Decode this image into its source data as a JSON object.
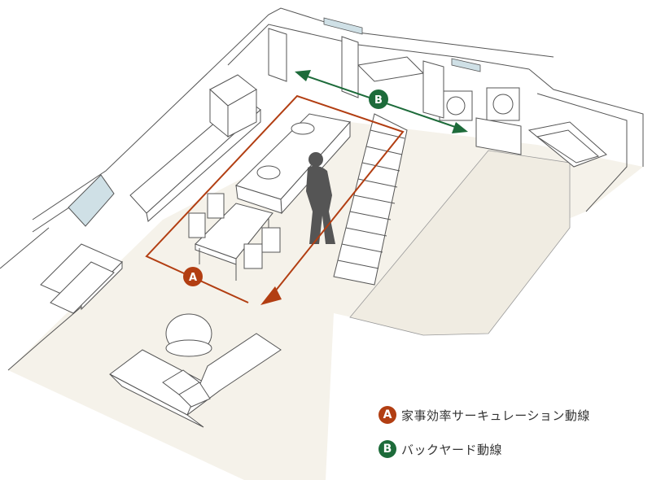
{
  "colors": {
    "route_a": "#b23e12",
    "route_b": "#1d6b3a",
    "floor": "#f5f2ea",
    "line": "#555555",
    "window": "#cfe0e6"
  },
  "markers": {
    "a": "A",
    "b": "B"
  },
  "legend": {
    "a": {
      "marker": "A",
      "label": "家事効率サーキュレーション動線"
    },
    "b": {
      "marker": "B",
      "label": "バックヤード動線"
    }
  }
}
